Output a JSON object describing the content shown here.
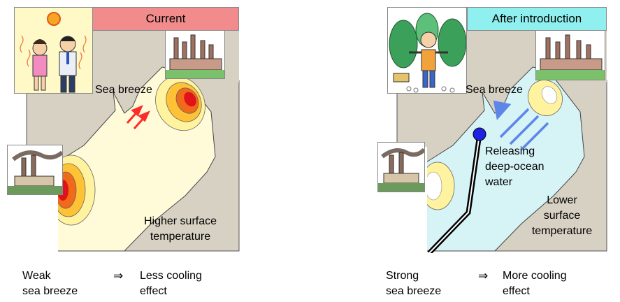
{
  "left": {
    "header": "Current",
    "sea_breeze": "Sea breeze",
    "temp_text": "Higher surface\ntemperature",
    "caption_wind": "Weak\nsea breeze",
    "caption_effect": "Less cooling\neffect",
    "arrow_symbol": "⇒",
    "header_color": "#f28c8c",
    "sea_color": "#fffbd9",
    "land_color": "#d7d1c4",
    "breeze_arrow_color": "#ff2a2a"
  },
  "right": {
    "header": "After introduction",
    "sea_breeze": "Sea breeze",
    "release_text": "Releasing\ndeep-ocean\nwater",
    "temp_text": "Lower\nsurface\ntemperature",
    "caption_wind": "Strong\nsea breeze",
    "caption_effect": "More cooling\neffect",
    "arrow_symbol": "⇒",
    "header_color": "#8ff0ef",
    "sea_color": "#d6f3f6",
    "land_color": "#d7d1c4",
    "breeze_arrow_color": "#5d86e8",
    "pipe_end_color": "#1d22e3"
  },
  "icons": {
    "left_people": "hot-people-illustration",
    "left_factory_top": "factory-illustration",
    "left_factory_bottom": "factory-illustration",
    "right_park": "park-person-illustration",
    "right_factory_top": "factory-illustration",
    "right_factory_bottom": "factory-illustration"
  }
}
